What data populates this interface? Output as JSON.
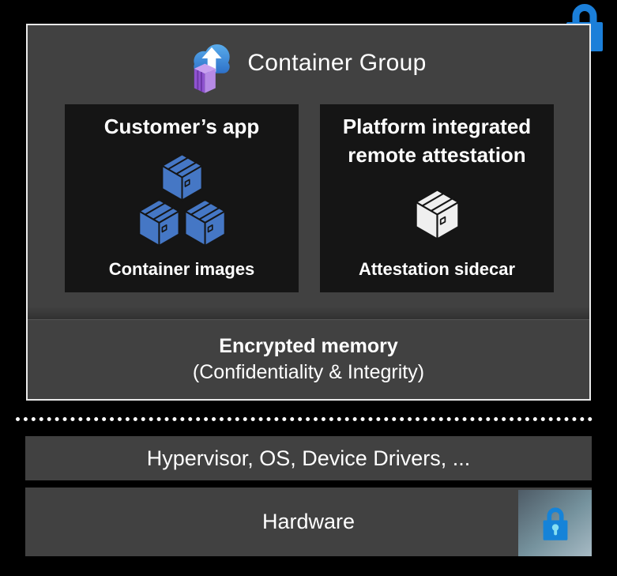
{
  "colors": {
    "background": "#000000",
    "panel_gray": "#414141",
    "inner_box_black": "#151515",
    "border_light": "#e9e9e9",
    "text_white": "#ffffff",
    "lock_blue": "#1b7fd9",
    "keyhole_cyan": "#86dff2",
    "cube_blue": "#4577c5",
    "cube_white": "#efefef"
  },
  "container_group": {
    "title": "Container Group",
    "icon": "cloud-upload-container-icon",
    "customer_app": {
      "title": "Customer’s app",
      "icon": "container-images-cubes-icon",
      "caption": "Container images"
    },
    "attestation": {
      "title": "Platform integrated remote attestation",
      "icon": "attestation-sidecar-cube-icon",
      "caption": "Attestation sidecar"
    },
    "encrypted_memory": {
      "title": "Encrypted memory",
      "subtitle": "(Confidentiality & Integrity)"
    }
  },
  "layers": {
    "hypervisor": {
      "label": "Hypervisor, OS, Device Drivers, ..."
    },
    "hardware": {
      "label": "Hardware",
      "icon": "lock-icon"
    }
  },
  "badges": {
    "top_right": "lock-icon"
  }
}
